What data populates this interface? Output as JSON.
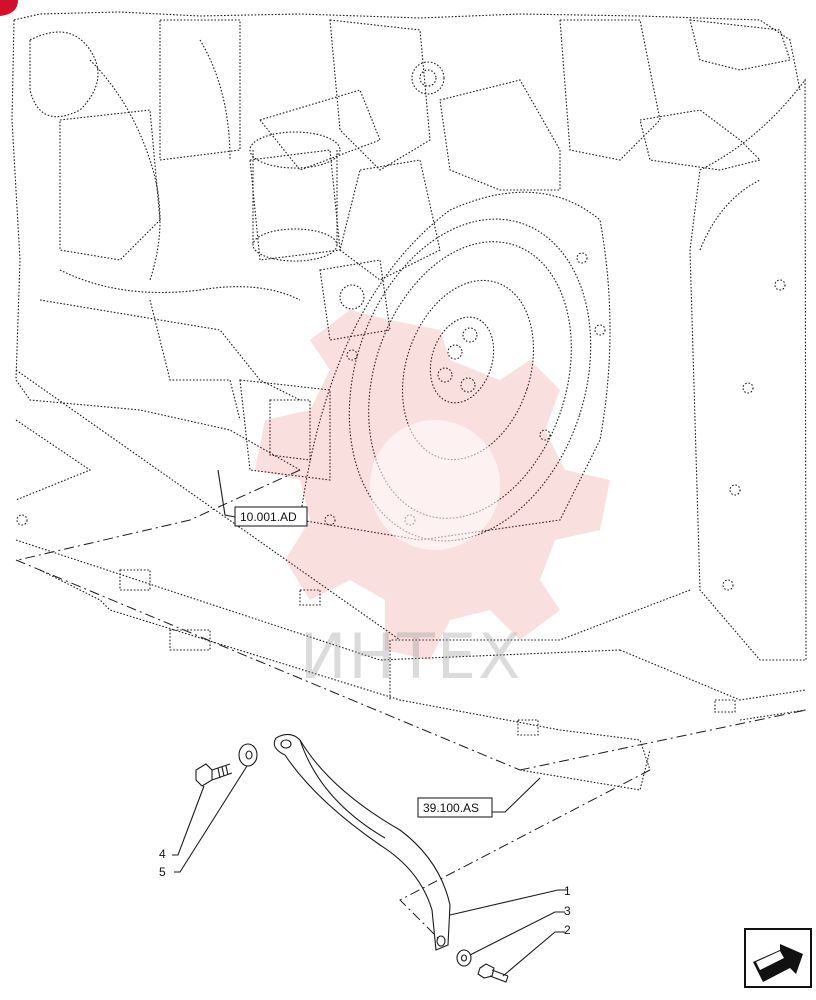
{
  "watermark": {
    "text": "ИНТЕХ",
    "color": "#e23b3b"
  },
  "references": [
    {
      "id": "ref-engine",
      "text": "10.001.AD"
    },
    {
      "id": "ref-frame",
      "text": "39.100.AS"
    }
  ],
  "callouts": [
    {
      "id": "1",
      "text": "1"
    },
    {
      "id": "2",
      "text": "2"
    },
    {
      "id": "3",
      "text": "3"
    },
    {
      "id": "4",
      "text": "4"
    },
    {
      "id": "5",
      "text": "5"
    }
  ],
  "icons": {
    "nav": "next-page-arrow-icon",
    "corner": "corner-marker-icon"
  }
}
